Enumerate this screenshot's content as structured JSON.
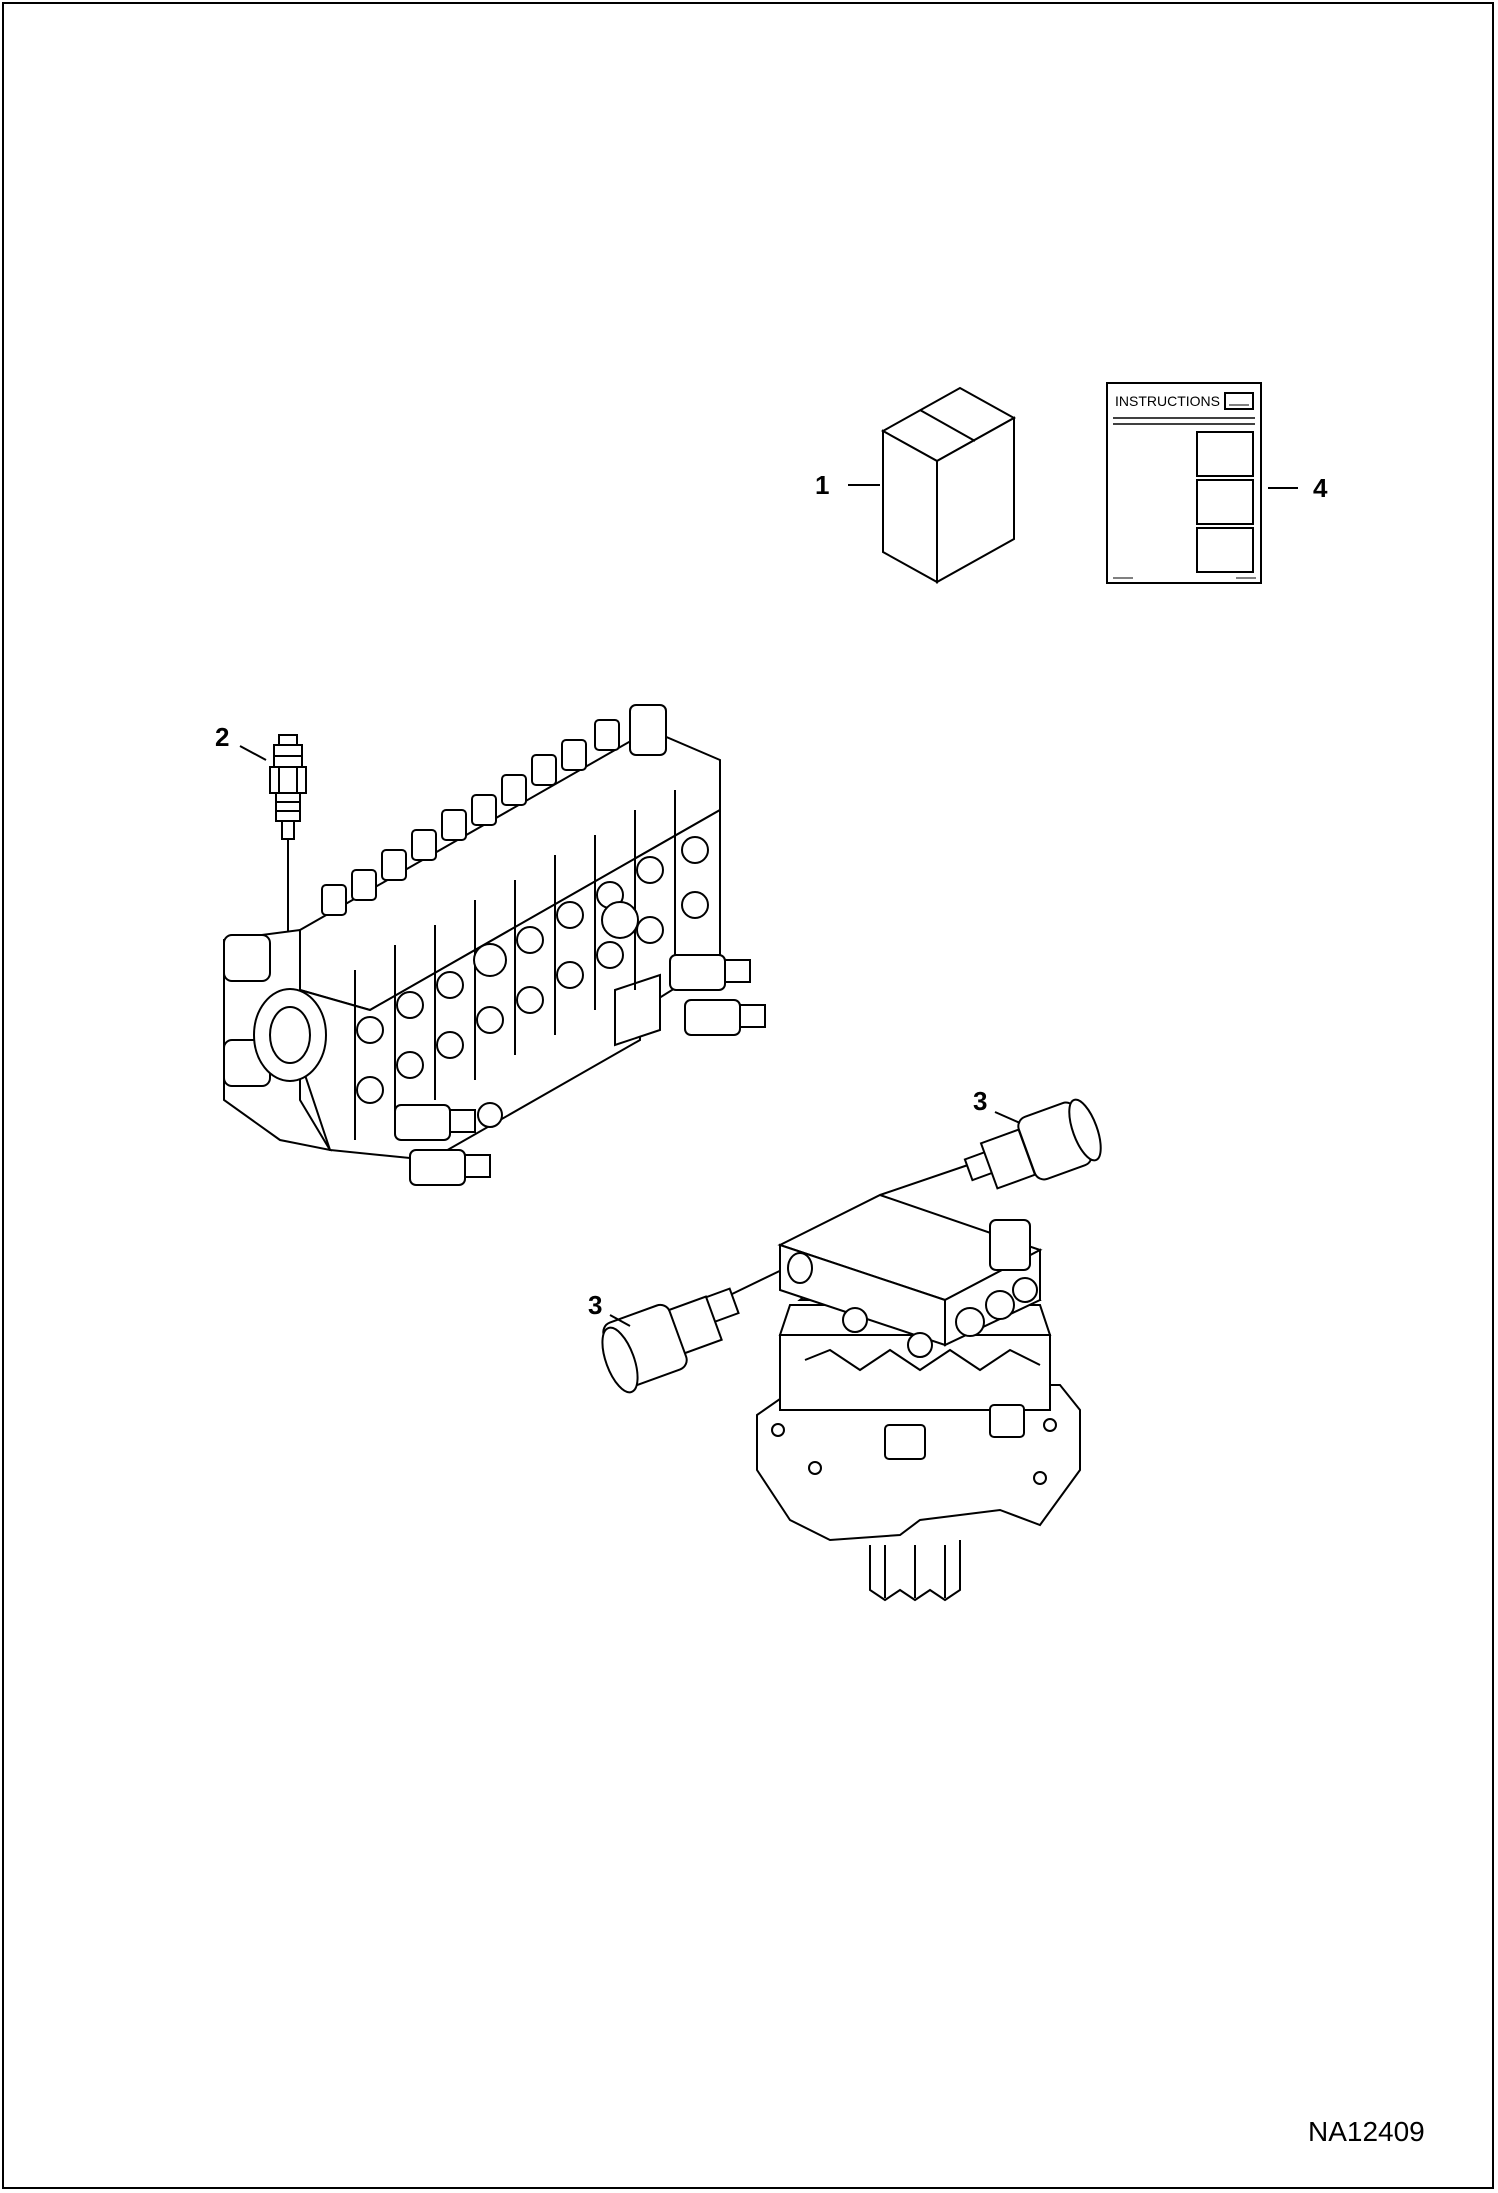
{
  "figure_id": "NA12409",
  "instructions_label": "INSTRUCTIONS",
  "callouts": [
    {
      "id": "c1",
      "label": "1",
      "part": "box"
    },
    {
      "id": "c2",
      "label": "2",
      "part": "relief-valve-small"
    },
    {
      "id": "c3a",
      "label": "3",
      "part": "relief-valve-upper"
    },
    {
      "id": "c3b",
      "label": "3",
      "part": "relief-valve-lower"
    },
    {
      "id": "c4",
      "label": "4",
      "part": "instruction-sheet"
    }
  ]
}
